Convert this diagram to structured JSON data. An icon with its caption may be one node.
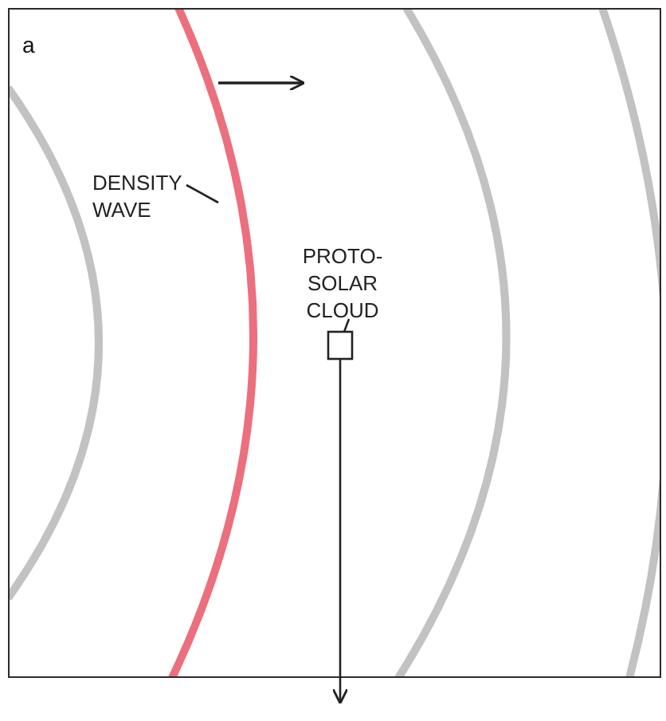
{
  "diagram": {
    "nodes": [
      {
        "text": [
          "DENSITY WAVE"
        ]
      },
      {
        "text": [],
        "shape": "arc"
      },
      {
        "text": [
          "PROTO-SOLAR CLOUD"
        ]
      },
      {
        "text": [],
        "shape": "box"
      }
    ],
    "edges": [
      {
        "from": 0,
        "to": 1,
        "arrow": "none"
      },
      {
        "from": 2,
        "to": 3,
        "arrow": "none"
      },
      {
        "from": 3,
        "to": null,
        "arrow": "to"
      }
    ],
    "labels": [
      "a"
    ]
  }
}
